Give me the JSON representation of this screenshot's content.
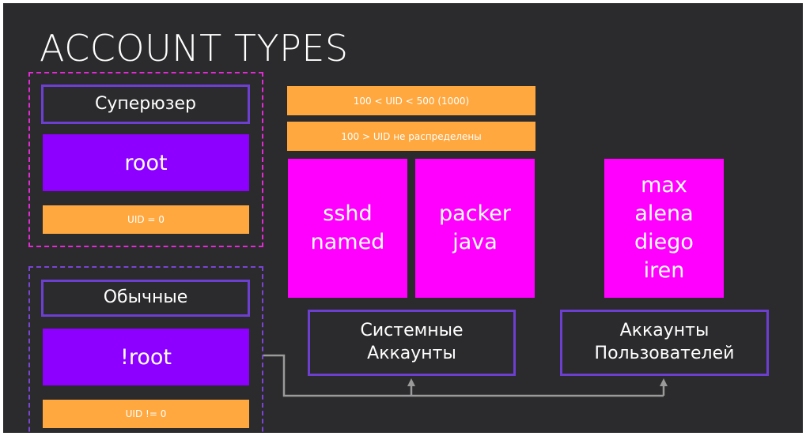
{
  "title": "ACCOUNT TYPES",
  "superuser": {
    "header": "Суперюзер",
    "name": "root",
    "uid": "UID = 0"
  },
  "regular": {
    "header": "Обычные",
    "name": "!root",
    "uid": "UID != 0"
  },
  "ranges": {
    "system_range": "100 < UID < 500 (1000)",
    "reserved_range": "100 > UID не распределены"
  },
  "system_accounts": {
    "group1": "sshd\nnamed",
    "group2": "packer\njava",
    "label": "Системные\nАккаунты"
  },
  "user_accounts": {
    "group": "max\nalena\ndiego\niren",
    "label": "Аккаунты\nПользователей"
  },
  "colors": {
    "background": "#2b2a2c",
    "purple": "#8d00ff",
    "magenta": "#ff00ff",
    "orange": "#ffa83f",
    "outline": "#6d3fd0",
    "connector": "#9a9a9a"
  }
}
